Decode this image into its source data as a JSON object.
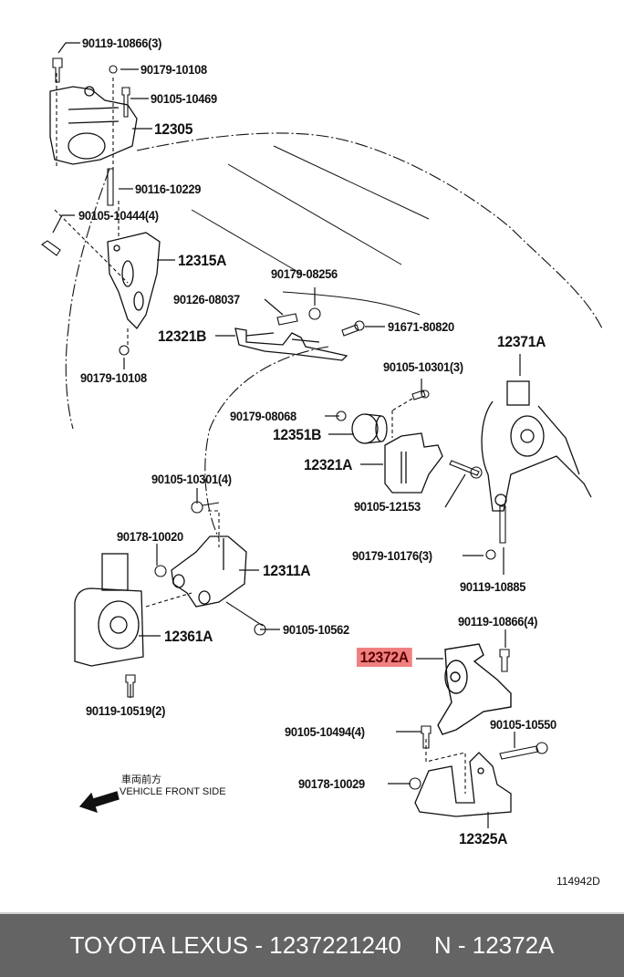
{
  "diagram": {
    "illustration_code": "114942D",
    "orientation": {
      "japanese": "車両前方",
      "english": "VEHICLE FRONT SIDE",
      "arrow_icon": "arrow-left-down"
    },
    "highlight_color": "#f08080",
    "callouts": [
      {
        "id": "c1",
        "text": "90119-10866(3)"
      },
      {
        "id": "c2",
        "text": "90179-10108"
      },
      {
        "id": "c3",
        "text": "90105-10469"
      },
      {
        "id": "c4",
        "text": "12305"
      },
      {
        "id": "c5",
        "text": "90116-10229"
      },
      {
        "id": "c6",
        "text": "90105-10444(4)"
      },
      {
        "id": "c7",
        "text": "12315A"
      },
      {
        "id": "c8",
        "text": "90179-08256"
      },
      {
        "id": "c9",
        "text": "90126-08037"
      },
      {
        "id": "c10",
        "text": "12321B"
      },
      {
        "id": "c11",
        "text": "91671-80820"
      },
      {
        "id": "c12",
        "text": "90179-10108"
      },
      {
        "id": "c13",
        "text": "12371A"
      },
      {
        "id": "c14",
        "text": "90105-10301(3)"
      },
      {
        "id": "c15",
        "text": "90179-08068"
      },
      {
        "id": "c16",
        "text": "12351B"
      },
      {
        "id": "c17",
        "text": "12321A"
      },
      {
        "id": "c18",
        "text": "90105-10301(4)"
      },
      {
        "id": "c19",
        "text": "90105-12153"
      },
      {
        "id": "c20",
        "text": "90178-10020"
      },
      {
        "id": "c21",
        "text": "12311A"
      },
      {
        "id": "c22",
        "text": "90179-10176(3)"
      },
      {
        "id": "c23",
        "text": "90119-10885"
      },
      {
        "id": "c24",
        "text": "12361A"
      },
      {
        "id": "c25",
        "text": "90105-10562"
      },
      {
        "id": "c26",
        "text": "90119-10866(4)"
      },
      {
        "id": "c27",
        "text": "12372A",
        "highlighted": true
      },
      {
        "id": "c28",
        "text": "90119-10519(2)"
      },
      {
        "id": "c29",
        "text": "90105-10494(4)"
      },
      {
        "id": "c30",
        "text": "90105-10550"
      },
      {
        "id": "c31",
        "text": "90178-10029"
      },
      {
        "id": "c32",
        "text": "12325A"
      }
    ]
  },
  "footer": {
    "brand": "TOYOTA LEXUS - 1237221240",
    "part_ref": "N - 12372A"
  }
}
